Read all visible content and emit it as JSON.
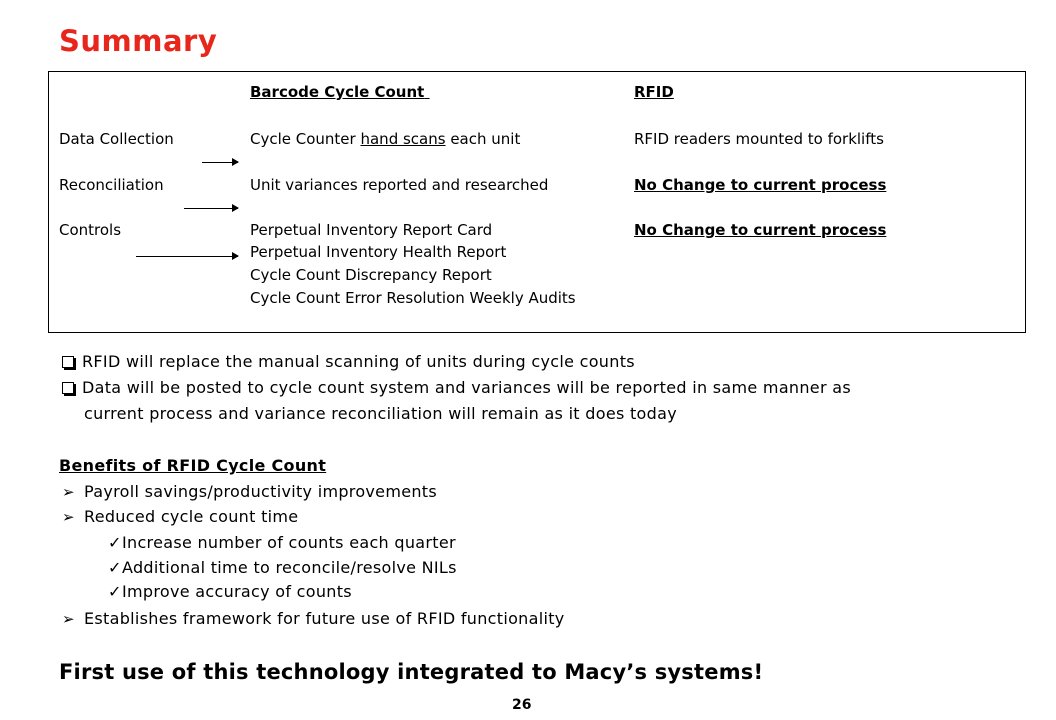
{
  "title": "Summary",
  "table": {
    "col_barcode": "Barcode Cycle Count",
    "col_rfid": "RFID",
    "rows": [
      {
        "label": "Data Collection",
        "barcode_pre": "Cycle Counter ",
        "barcode_underlined": "hand scans",
        "barcode_post": " each unit",
        "rfid": "RFID readers mounted to forklifts"
      },
      {
        "label": "Reconciliation",
        "barcode": "Unit variances reported and researched",
        "rfid": "No Change to current process"
      },
      {
        "label": "Controls",
        "barcode_lines": [
          "Perpetual Inventory Report Card",
          "Perpetual Inventory Health Report",
          "Cycle Count Discrepancy Report",
          "Cycle Count Error Resolution Weekly Audits"
        ],
        "rfid": "No Change to current process"
      }
    ]
  },
  "bullets": [
    "RFID will replace the manual scanning of units during cycle counts",
    "Data will be posted to cycle count system and variances will be reported in same manner as",
    "current process and variance reconciliation will remain as it does today"
  ],
  "benefits": {
    "heading": "Benefits of RFID Cycle Count",
    "items": [
      "Payroll savings/productivity improvements",
      "Reduced cycle count time"
    ],
    "subitems": [
      "Increase number of counts each quarter",
      "Additional time to reconcile/resolve NILs",
      "Improve accuracy of counts"
    ],
    "last_item": "Establishes framework for future use of RFID functionality"
  },
  "final_statement": "First use of this technology integrated to Macy’s systems!",
  "page_number": "26",
  "colors": {
    "title": "#e8261c",
    "text": "#000000"
  }
}
